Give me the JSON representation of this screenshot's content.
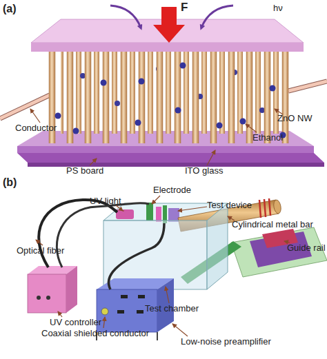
{
  "diagram": {
    "labels": [
      "(a)",
      "F",
      "hν",
      "Conductor",
      "PS board",
      "ITO glass",
      "Ethanol",
      "ZnO NW",
      "(b)",
      "Electrode",
      "UV light",
      "Test device",
      "Optical fiber",
      "Cylindrical metal bar",
      "Guide rail",
      "Test chamber",
      "UV controller",
      "Coaxial shielded conductor",
      "Low-noise preamplifier"
    ]
  }
}
